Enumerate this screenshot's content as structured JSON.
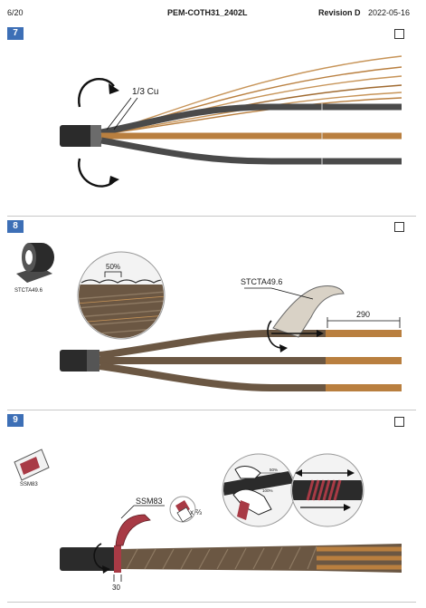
{
  "header": {
    "page": "6/20",
    "doc_id": "PEM-COTH31_2402L",
    "revision_label": "Revision D",
    "date": "2022-05-16"
  },
  "steps": [
    {
      "number": "7",
      "labels": {
        "cu": "1/3 Cu"
      }
    },
    {
      "number": "8",
      "labels": {
        "tape_roll": "STCTA49.6",
        "overlap": "50%",
        "tape_callout": "STCTA49.6",
        "dimension": "290"
      }
    },
    {
      "number": "9",
      "labels": {
        "tape_icon": "SSM83",
        "tape_callout": "SSM83",
        "multiplier": "x ⅔",
        "small_pct": "50%",
        "full_pct": "100%",
        "dimension": "30"
      }
    }
  ],
  "colors": {
    "step_badge": "#3d6fb6",
    "copper": "#b97f3f",
    "cable_dark": "#2b2b2b",
    "sheath": "#4a4a4a",
    "tape_brown": "#6b5743",
    "red_tape": "#a83a45"
  }
}
